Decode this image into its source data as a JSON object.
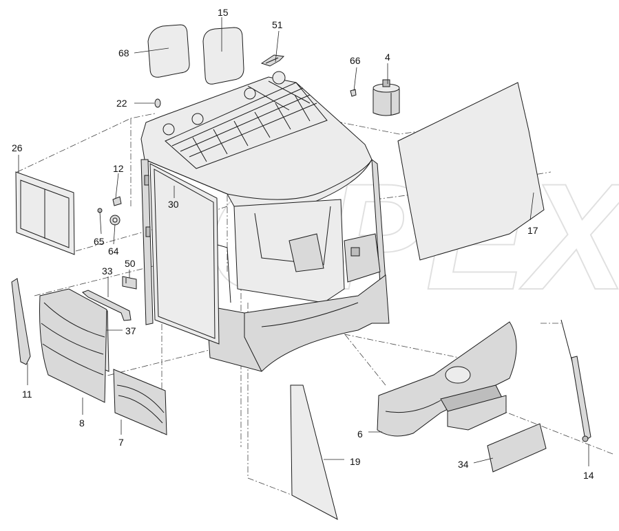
{
  "callouts": {
    "c15": "15",
    "c51": "51",
    "c68": "68",
    "c66": "66",
    "c4": "4",
    "c22": "22",
    "c26": "26",
    "c12": "12",
    "c30": "30",
    "c65": "65",
    "c64": "64",
    "c50": "50",
    "c33": "33",
    "c37": "37",
    "c11": "11",
    "c8": "8",
    "c7": "7",
    "c17": "17",
    "c6": "6",
    "c19": "19",
    "c34": "34",
    "c14": "14"
  },
  "watermark": "OPEX"
}
